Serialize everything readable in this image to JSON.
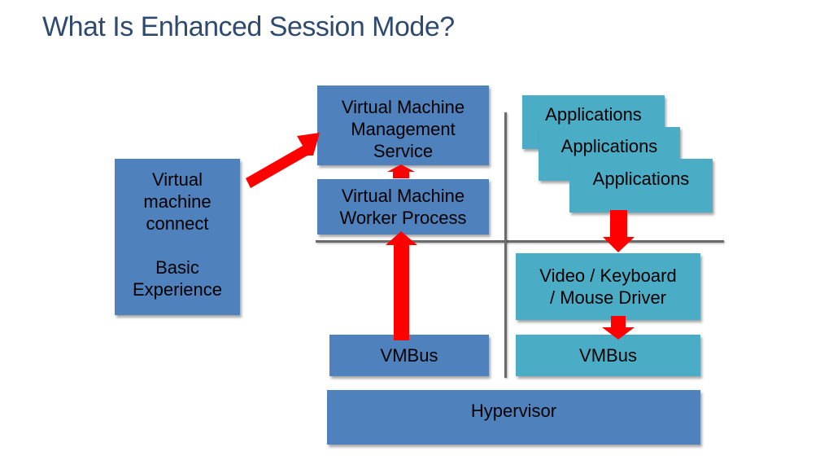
{
  "title": "What Is Enhanced Session Mode?",
  "boxes": {
    "vm_connect": "Virtual\nmachine\nconnect\n\nBasic\nExperience",
    "vmms": "Virtual Machine\nManagement\nService",
    "worker": "Virtual Machine\nWorker Process",
    "vmbus_left": "VMBus",
    "applications": [
      "Applications",
      "Applications",
      "Applications"
    ],
    "driver": "Video / Keyboard\n/ Mouse Driver",
    "vmbus_right": "VMBus",
    "hypervisor": "Hypervisor"
  },
  "colors": {
    "blue_box": "#4f81bd",
    "teal_box": "#4bacc6",
    "arrow": "#ff0000",
    "title": "#2e4a6e"
  }
}
